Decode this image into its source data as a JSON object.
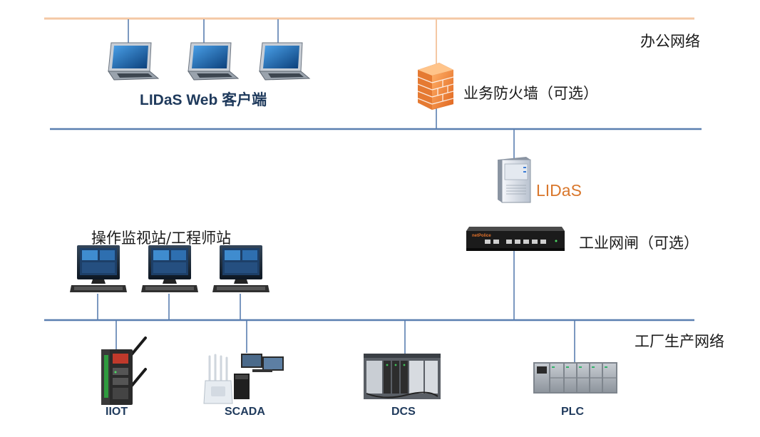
{
  "network_office": {
    "label": "办公网络"
  },
  "firewall": {
    "label": "业务防火墙（可选）"
  },
  "web_clients": {
    "label": "LIDaS Web 客户端"
  },
  "lidas_server": {
    "label": "LIDaS"
  },
  "gateway": {
    "label": "工业网闸（可选）",
    "brand": "netPolice"
  },
  "workstations": {
    "label": "操作监视站/工程师站"
  },
  "network_factory": {
    "label": "工厂生产网络"
  },
  "devices": {
    "iiot": {
      "label": "IIOT"
    },
    "scada": {
      "label": "SCADA"
    },
    "dcs": {
      "label": "DCS"
    },
    "plc": {
      "label": "PLC"
    }
  },
  "colors": {
    "office_bus": "#f4c8a4",
    "network_bus": "#5a7fb0",
    "lidas_accent": "#d9772c",
    "firewall": "#f08a3c"
  }
}
